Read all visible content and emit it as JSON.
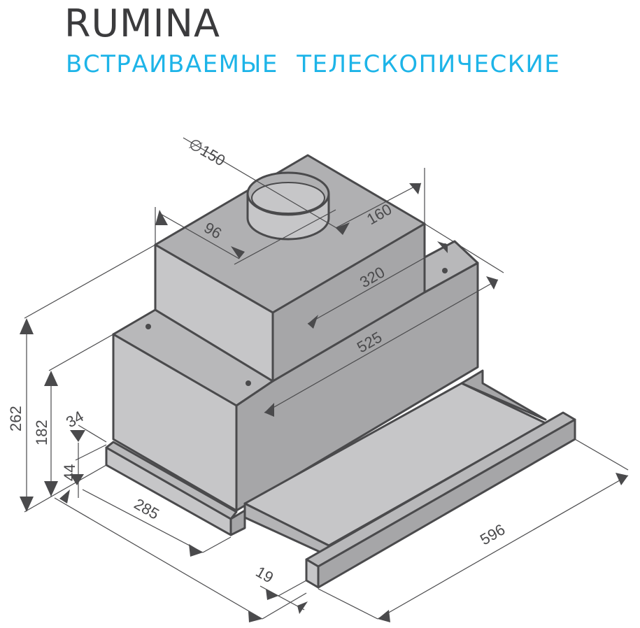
{
  "header": {
    "title": "RUMINA",
    "subtitle": "ВСТРАИВАЕМЫЕ ТЕЛЕСКОПИЧЕСКИЕ"
  },
  "colors": {
    "title": "#3b3b3d",
    "subtitle": "#1db4e8",
    "face_light": "#c6c6c8",
    "face_mid": "#b4b4b6",
    "face_dark": "#a4a4a6",
    "outline": "#4a4a4c"
  },
  "dimensions": {
    "duct_diameter": "∅150",
    "d96": "96",
    "d160": "160",
    "d320": "320",
    "d525": "525",
    "d262": "262",
    "d182": "182",
    "d34": "34",
    "d44": "44",
    "d285": "285",
    "d19": "19",
    "d596": "596"
  }
}
